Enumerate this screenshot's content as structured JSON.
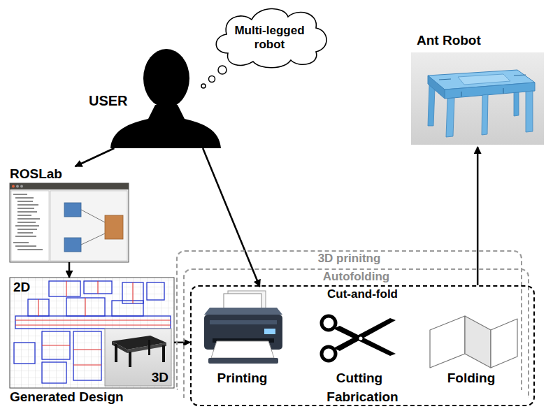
{
  "diagram": {
    "nodes": [
      {
        "text": [
          "Multi-legged robot"
        ]
      },
      {
        "text": [
          "USER"
        ]
      },
      {
        "text": [
          "Ant Robot"
        ]
      },
      {
        "text": [
          "ROSLab"
        ]
      },
      {
        "text": [
          "2D",
          "3D",
          "Generated Design"
        ]
      },
      {
        "text": [
          "3D prinitng"
        ]
      },
      {
        "text": [
          "Autofolding"
        ]
      },
      {
        "text": [
          "Cut-and-fold",
          "Fabrication"
        ]
      },
      {
        "text": [
          "Printing"
        ],
        "in": 7
      },
      {
        "text": [
          "Cutting"
        ],
        "in": 7
      },
      {
        "text": [
          "Folding"
        ],
        "in": 7
      }
    ],
    "edges": [
      {
        "from": 1,
        "to": 3,
        "arrow": "to"
      },
      {
        "from": 1,
        "to": 8,
        "arrow": "to"
      },
      {
        "from": 3,
        "to": 4,
        "arrow": "to"
      },
      {
        "from": 4,
        "to": 7,
        "arrow": "to"
      },
      {
        "from": 7,
        "to": 2,
        "arrow": "to"
      }
    ]
  }
}
